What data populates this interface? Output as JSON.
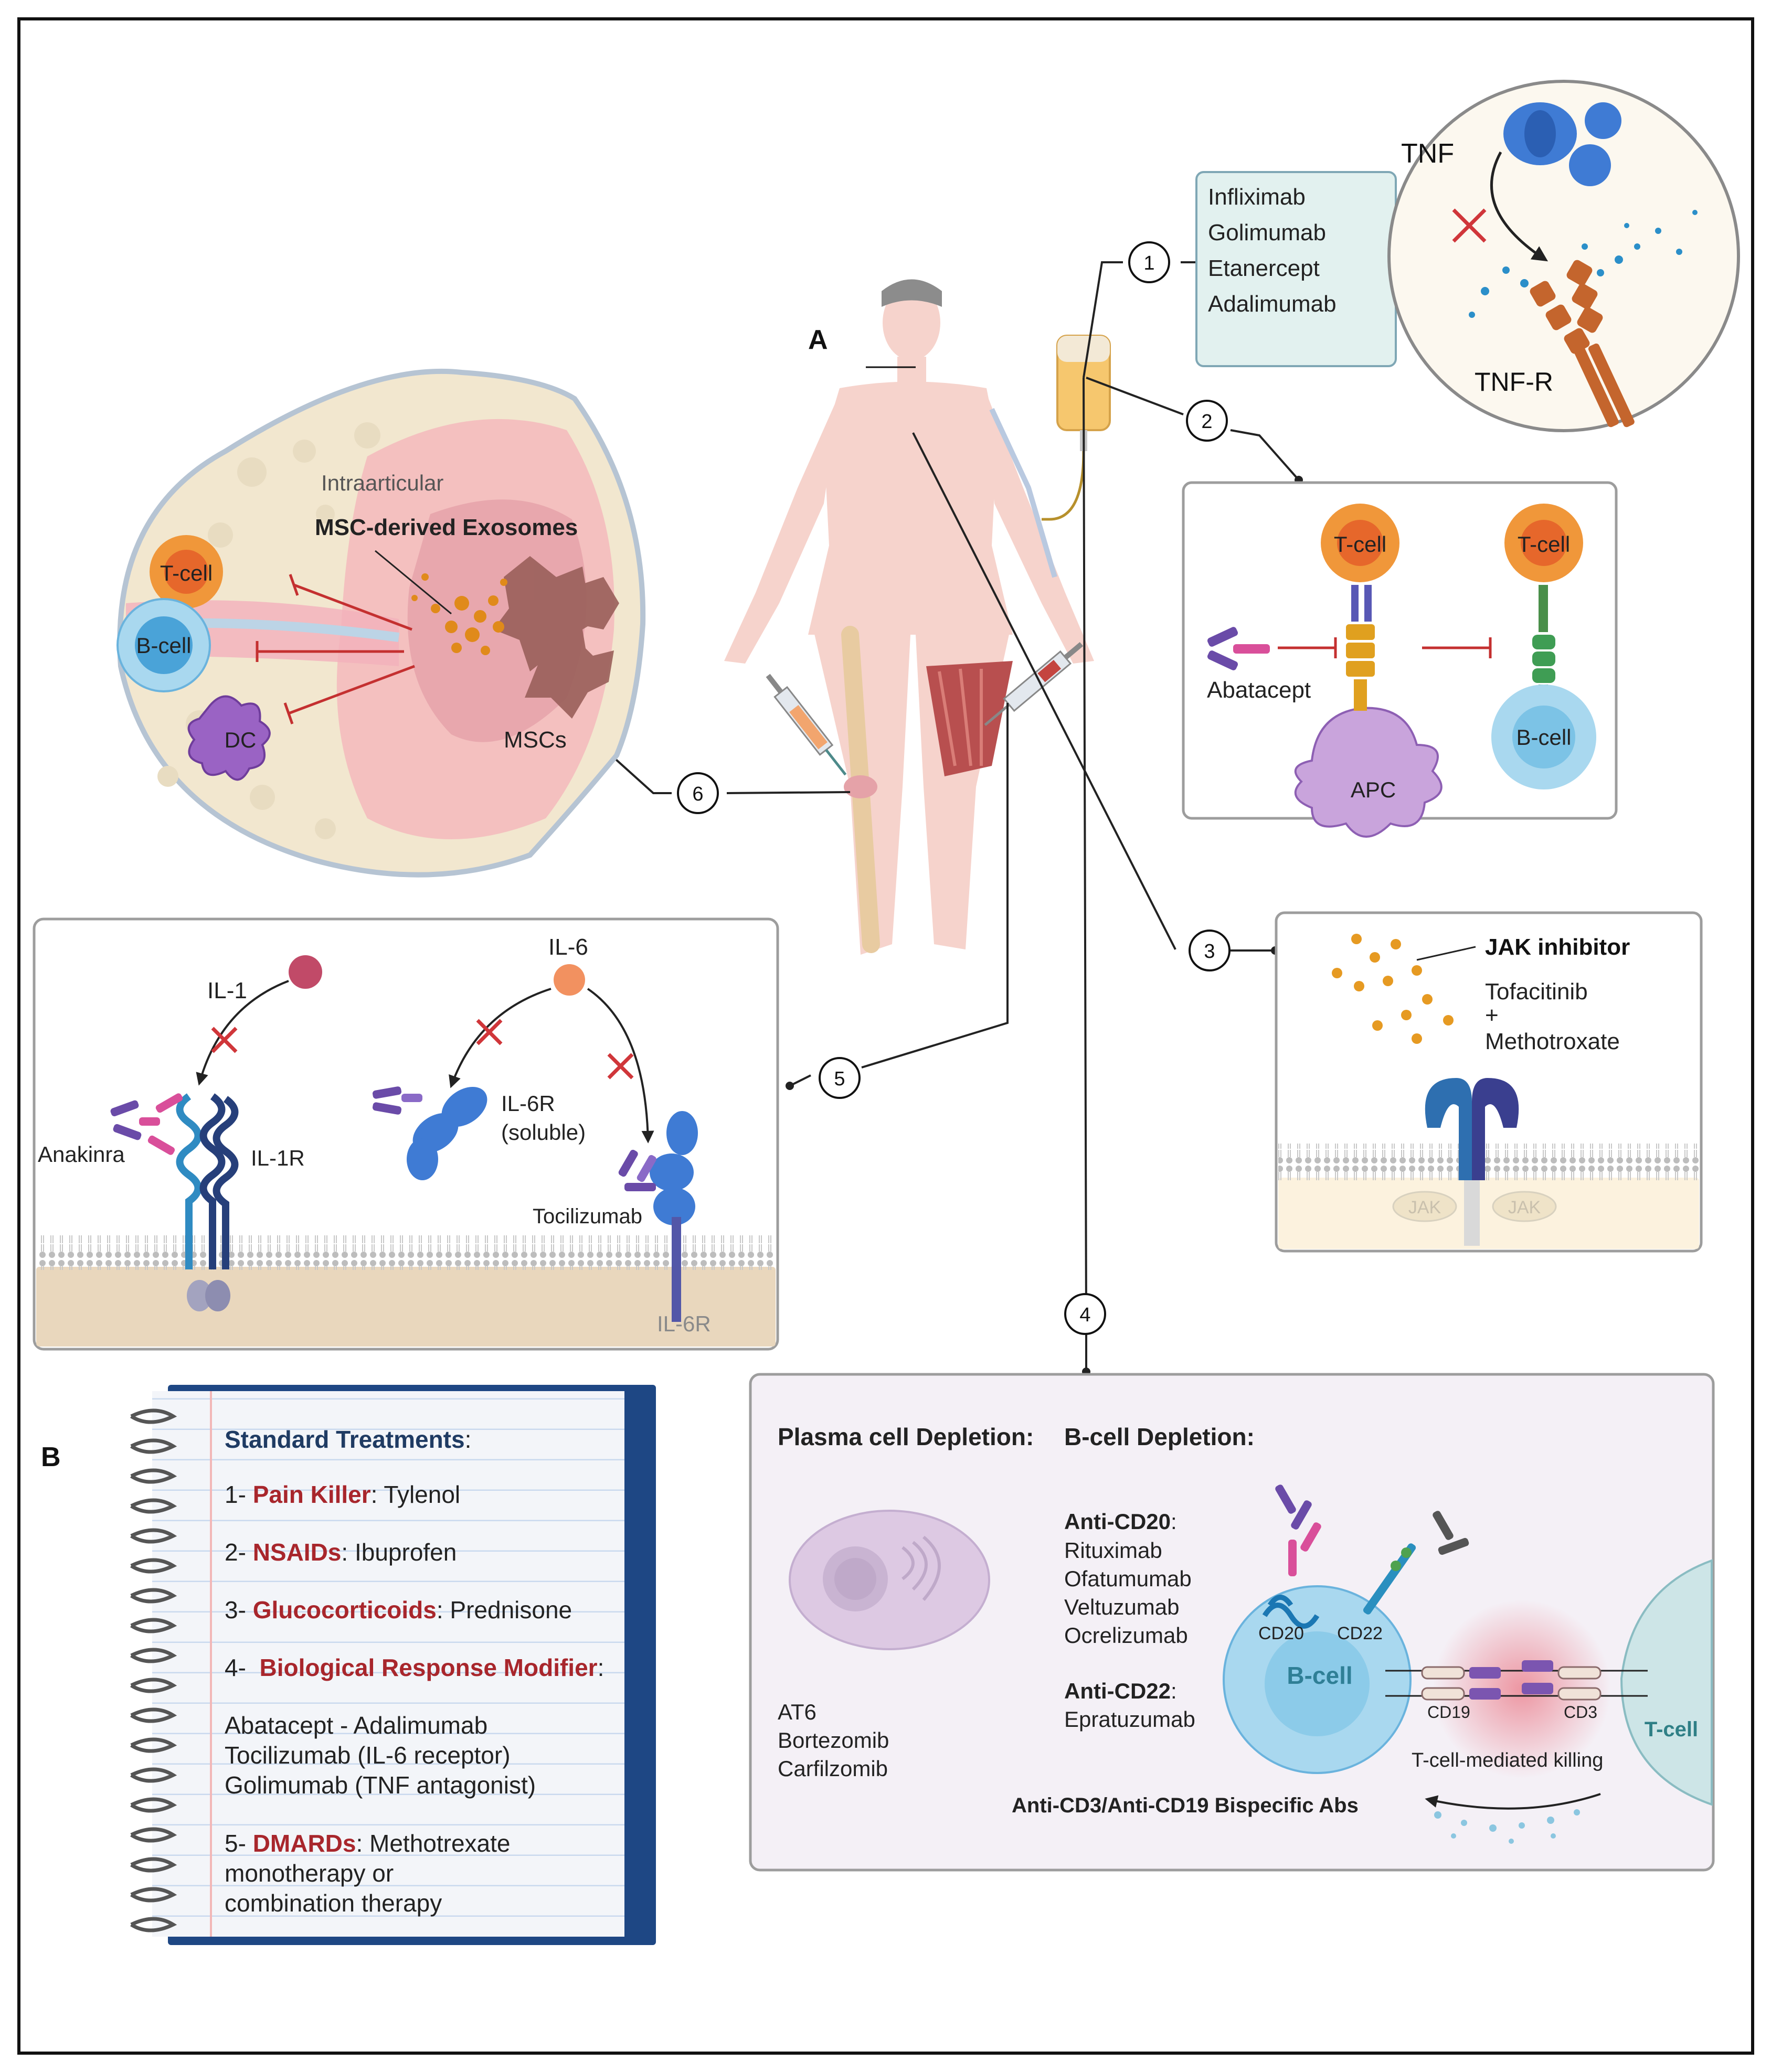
{
  "figure": {
    "panel_a_label": "A",
    "panel_b_label": "B"
  },
  "markers": {
    "m1": "1",
    "m2": "2",
    "m3": "3",
    "m4": "4",
    "m5": "5",
    "m6": "6"
  },
  "tnf_panel": {
    "drugs": [
      "Infliximab",
      "Golimumab",
      "Etanercept",
      "Adalimumab"
    ],
    "ligand_label": "TNF",
    "receptor_label": "TNF-R"
  },
  "abatacept_panel": {
    "tcell_left": "T-cell",
    "tcell_right": "T-cell",
    "drug": "Abatacept",
    "apc": "APC",
    "bcell": "B-cell"
  },
  "jak_panel": {
    "title": "JAK inhibitor",
    "drug_line1": "Tofacitinib",
    "plus": "+",
    "drug_line2": "Methotroxate",
    "jak_left": "JAK",
    "jak_right": "JAK"
  },
  "msc_panel": {
    "route": "Intraarticular",
    "title": "MSC-derived Exosomes",
    "tcell": "T-cell",
    "bcell": "B-cell",
    "dc": "DC",
    "mscs": "MSCs"
  },
  "il_panel": {
    "il1": "IL-1",
    "il6": "IL-6",
    "anakinra": "Anakinra",
    "il1r": "IL-1R",
    "il6r_soluble_1": "IL-6R",
    "il6r_soluble_2": "(soluble)",
    "tocilizumab": "Tocilizumab",
    "il6r": "IL-6R"
  },
  "bcell_panel": {
    "plasma_title": "Plasma cell Depletion:",
    "plasma_drugs": [
      "AT6",
      "Bortezomib",
      "Carfilzomib"
    ],
    "bcell_title": "B-cell Depletion:",
    "anti_cd20": "Anti-CD20",
    "anti_cd20_colon": ":",
    "cd20_drugs": [
      "Rituximab",
      "Ofatumumab",
      "Veltuzumab",
      "Ocrelizumab"
    ],
    "anti_cd22": "Anti-CD22",
    "anti_cd22_colon": ":",
    "cd22_drugs": [
      "Epratuzumab"
    ],
    "cd20": "CD20",
    "cd22": "CD22",
    "bcell": "B-cell",
    "cd19": "CD19",
    "cd3": "CD3",
    "tcell": "T-cell",
    "killing": "T-cell-mediated killing",
    "bispecific": "Anti-CD3/Anti-CD19 Bispecific Abs"
  },
  "notebook": {
    "title": "Standard Treatments",
    "title_colon": ":",
    "items": [
      {
        "num": "1- ",
        "name": "Pain Killer",
        "rest": ": Tylenol"
      },
      {
        "num": "2- ",
        "name": "NSAIDs",
        "rest": ": Ibuprofen"
      },
      {
        "num": "3- ",
        "name": "Glucocorticoids",
        "rest": ": Prednisone"
      },
      {
        "num": "4-  ",
        "name": "Biological Response Modifier",
        "rest": ":"
      }
    ],
    "bio_lines": [
      "Abatacept - Adalimumab",
      "Tocilizumab (IL-6 receptor)",
      "Golimumab (TNF antagonist)"
    ],
    "item5_num": "5- ",
    "item5_name": "DMARDs",
    "item5_rest": ": Methotrexate",
    "item5_lines": [
      "monotherapy or",
      "combination therapy"
    ]
  },
  "colors": {
    "highlight_red": "#a8262c",
    "navy": "#1f3b63",
    "tcell_orange": "#f0973a",
    "bcell_blue": "#7cc3e6",
    "dc_purple": "#9a63c4",
    "panel_border": "#9d9d9d"
  }
}
